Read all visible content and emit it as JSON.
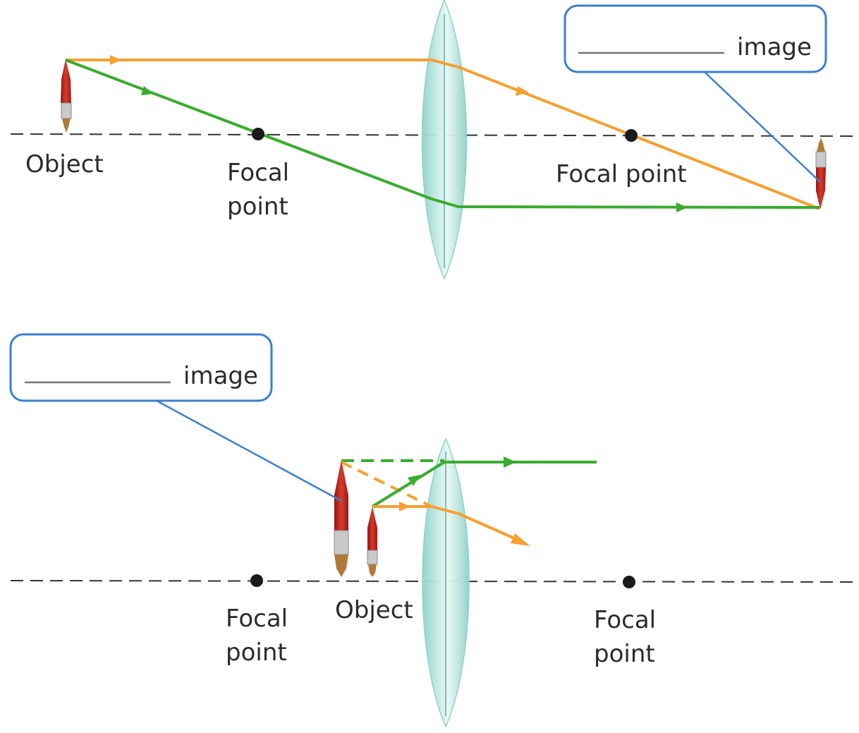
{
  "top_diagram": {
    "labels": {
      "object": "Object",
      "focal_left_line1": "Focal",
      "focal_left_line2": "point",
      "focal_right": "Focal point"
    },
    "image_box": {
      "text": "image"
    }
  },
  "bottom_diagram": {
    "labels": {
      "object": "Object",
      "focal_left_line1": "Focal",
      "focal_left_line2": "point",
      "focal_right_line1": "Focal",
      "focal_right_line2": "point"
    },
    "image_box": {
      "text": "image"
    }
  },
  "colors": {
    "orange_ray": "#f5a030",
    "green_ray": "#3aab2e",
    "callout_border": "#3a7fd0",
    "lens_fill": "#a9dcd4",
    "brush_red": "#c8261d"
  }
}
